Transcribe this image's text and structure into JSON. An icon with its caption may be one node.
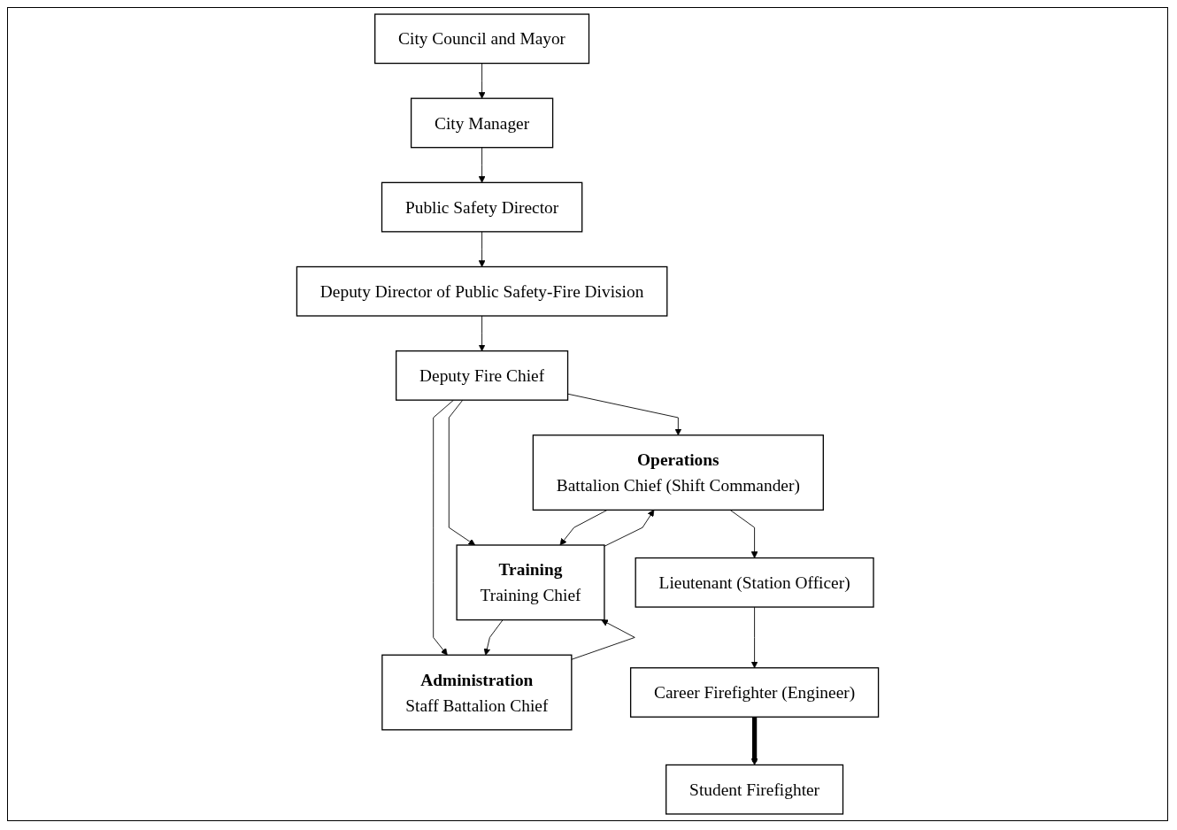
{
  "diagram": {
    "nodes": [
      {
        "text": [
          "City Council and Mayor"
        ]
      },
      {
        "text": [
          "City Manager"
        ]
      },
      {
        "text": [
          "Public Safety Director"
        ]
      },
      {
        "text": [
          "Deputy Director of Public Safety-Fire Division"
        ]
      },
      {
        "text": [
          "Deputy Fire Chief"
        ]
      },
      {
        "text": [
          "Operations",
          "Battalion Chief (Shift Commander)"
        ]
      },
      {
        "text": [
          "Training",
          "Training Chief"
        ]
      },
      {
        "text": [
          "Administration",
          "Staff Battalion Chief"
        ]
      },
      {
        "text": [
          "Lieutenant (Station Officer)"
        ]
      },
      {
        "text": [
          "Career Firefighter (Engineer)"
        ]
      },
      {
        "text": [
          "Student Firefighter"
        ]
      }
    ],
    "edges": [
      {
        "from": 0,
        "to": 1,
        "arrow": "to"
      },
      {
        "from": 1,
        "to": 2,
        "arrow": "to"
      },
      {
        "from": 2,
        "to": 3,
        "arrow": "to"
      },
      {
        "from": 3,
        "to": 4,
        "arrow": "to"
      },
      {
        "from": 4,
        "to": 5,
        "arrow": "to"
      },
      {
        "from": 4,
        "to": 6,
        "arrow": "to"
      },
      {
        "from": 4,
        "to": 7,
        "arrow": "to"
      },
      {
        "from": 5,
        "to": 6,
        "arrow": "to"
      },
      {
        "from": 6,
        "to": 5,
        "arrow": "to"
      },
      {
        "from": 7,
        "to": 6,
        "arrow": "to"
      },
      {
        "from": 6,
        "to": 7,
        "arrow": "to"
      },
      {
        "from": 5,
        "to": 8,
        "arrow": "to"
      },
      {
        "from": 8,
        "to": 9,
        "arrow": "to"
      },
      {
        "from": 9,
        "to": 10,
        "arrow": "to",
        "style": "thick"
      }
    ]
  }
}
